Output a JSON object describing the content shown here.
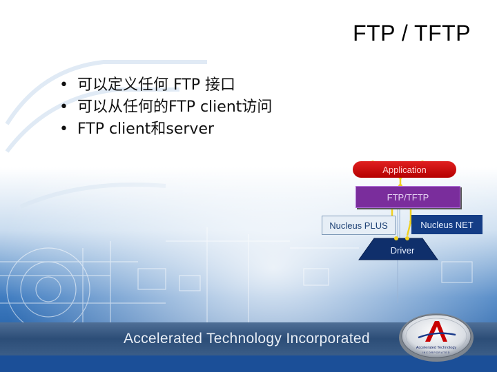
{
  "slide": {
    "title": "FTP / TFTP",
    "bullets": [
      "可以定义任何 FTP 接口",
      "可以从任何的FTP client访问",
      "FTP client和server"
    ]
  },
  "diagram": {
    "application": "Application",
    "ftp_tftp": "FTP/TFTP",
    "nucleus_plus": "Nucleus PLUS",
    "nucleus_net": "Nucleus NET",
    "driver": "Driver"
  },
  "footer": {
    "company": "Accelerated Technology Incorporated",
    "logo_text_1": "Accelerated Technology",
    "logo_text_2": "INCORPORATED"
  },
  "colors": {
    "background_top": "#ffffff",
    "background_blue": "#1a5ba8",
    "footer_band": "#2a4e7c",
    "application_red": "#c40000",
    "ftp_purple": "#7a2d9c",
    "nucleus_net_blue": "#143d86",
    "driver_navy": "#0f2f6b",
    "connector_yellow": "#f0d020"
  }
}
